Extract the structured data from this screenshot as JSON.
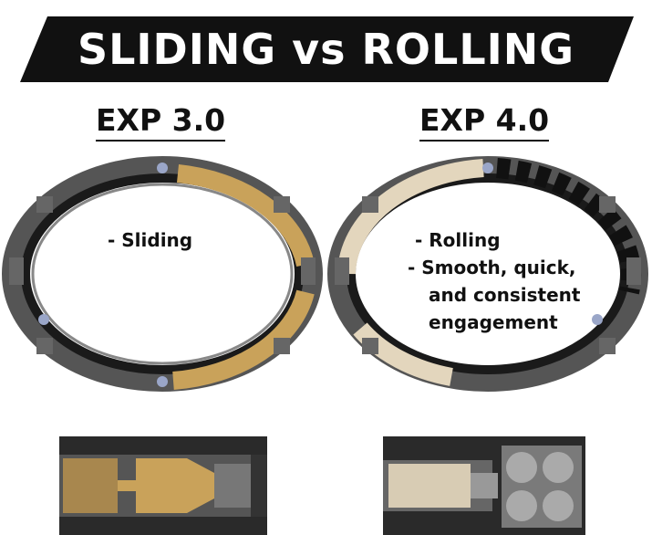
{
  "banner": {
    "title": "SLIDING vs ROLLING"
  },
  "left": {
    "heading": "EXP 3.0",
    "notes": [
      "-  Sliding"
    ],
    "accent": "#c9a25a"
  },
  "right": {
    "heading": "EXP 4.0",
    "notes": [
      "- Rolling",
      "-  Smooth, quick,",
      "and consistent",
      "engagement"
    ],
    "accent": "#e3d6bd"
  }
}
